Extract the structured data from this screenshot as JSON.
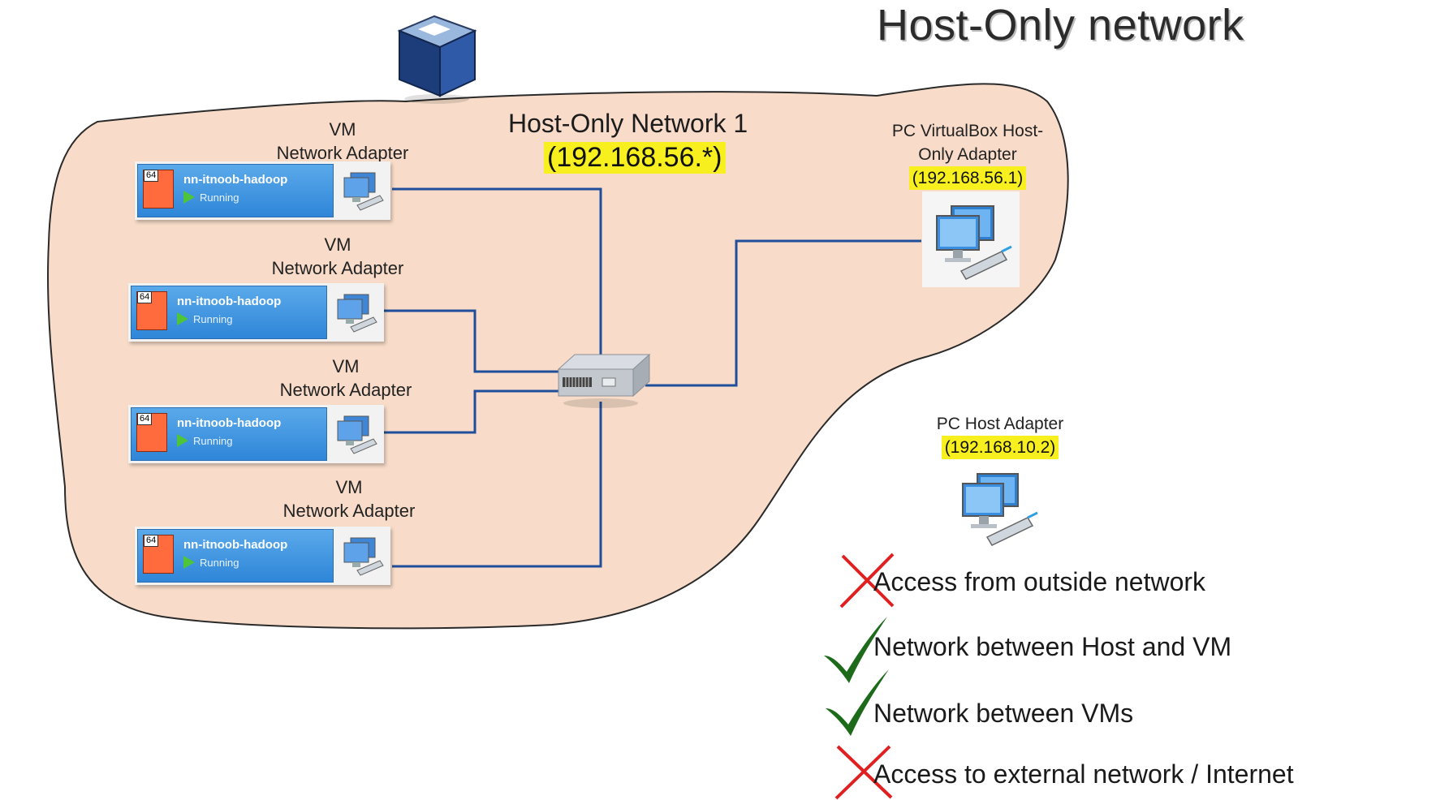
{
  "title": "Host-Only network",
  "network": {
    "name": "Host-Only Network 1",
    "subnet": "(192.168.56.*)"
  },
  "vms": [
    {
      "label_line1": "VM",
      "label_line2": "Network Adapter",
      "name": "nn-itnoob-hadoop",
      "status": "Running",
      "badge": "64"
    },
    {
      "label_line1": "VM",
      "label_line2": "Network Adapter",
      "name": "nn-itnoob-hadoop",
      "status": "Running",
      "badge": "64"
    },
    {
      "label_line1": "VM",
      "label_line2": "Network Adapter",
      "name": "nn-itnoob-hadoop",
      "status": "Running",
      "badge": "64"
    },
    {
      "label_line1": "VM",
      "label_line2": "Network Adapter",
      "name": "nn-itnoob-hadoop",
      "status": "Running",
      "badge": "64"
    }
  ],
  "host_only_adapter": {
    "label_line1": "PC VirtualBox Host-",
    "label_line2": "Only Adapter",
    "ip": "(192.168.56.1)"
  },
  "host_adapter": {
    "label": "PC Host Adapter",
    "ip": "(192.168.10.2)"
  },
  "capabilities": [
    {
      "text": "Access from outside network",
      "allowed": false
    },
    {
      "text": "Network between Host and VM",
      "allowed": true
    },
    {
      "text": "Network between VMs",
      "allowed": true
    },
    {
      "text": "Access to external network / Internet",
      "allowed": false
    }
  ],
  "colors": {
    "blob_fill": "#f8dcc9",
    "link_line": "#1f4e9a",
    "highlight": "#f7ef1e",
    "check": "#1d6b1a",
    "cross": "#e02020"
  }
}
